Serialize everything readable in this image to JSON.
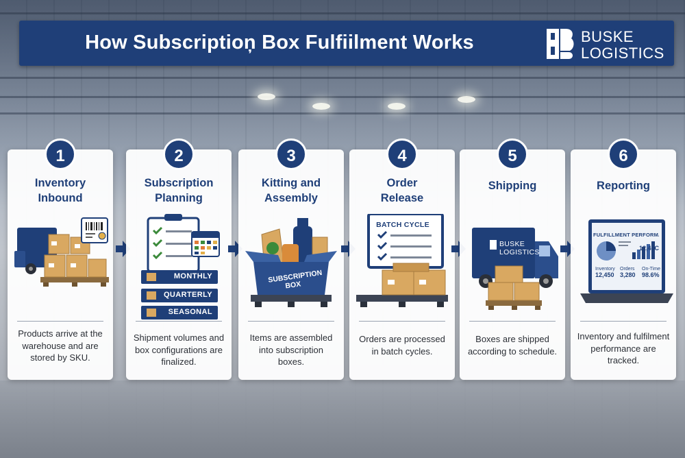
{
  "header": {
    "title": "How Subscriptioņ Box Fulfiilment Works",
    "logo_line1": "BUSKE",
    "logo_line2": "LOGISTICS"
  },
  "colors": {
    "brand_navy": "#1f3f78",
    "box_tan": "#d9a861",
    "check_green": "#3b8a3a",
    "card_bg": "#ffffff"
  },
  "steps": [
    {
      "number": "1",
      "title_line1": "Inventory",
      "title_line2": "Inbound",
      "desc_line1": "Products arrive at the",
      "desc_line2": "warehouse and are",
      "desc_line3": "stored by SKU.",
      "icon": "delivery-truck-with-boxes"
    },
    {
      "number": "2",
      "title_line1": "Subscription",
      "title_line2": "Planning",
      "desc_line1": "Shipment volumes and",
      "desc_line2": "box configurations are",
      "desc_line3": "finalized.",
      "icon": "clipboard-calendar",
      "plans": [
        "MONTHLY",
        "QUARTERLY",
        "SEASONAL"
      ]
    },
    {
      "number": "3",
      "title_line1": "Kitting and",
      "title_line2": "Assembly",
      "desc_line1": "Items are assembled",
      "desc_line2": "into subscription",
      "desc_line3": "boxes.",
      "icon": "subscription-box",
      "box_label_line1": "SUBSCRIPTION",
      "box_label_line2": "BOX"
    },
    {
      "number": "4",
      "title_line1": "Order",
      "title_line2": "Release",
      "desc_line1": "Orders are processed",
      "desc_line2": "in batch cycles.",
      "desc_line3": "",
      "icon": "batch-cycle-board",
      "board_label": "BATCH CYCLE"
    },
    {
      "number": "5",
      "title_line1": "Shipping",
      "title_line2": "",
      "desc_line1": "Boxes are shipped",
      "desc_line2": "according to schedule.",
      "desc_line3": "",
      "icon": "shipping-truck",
      "truck_line1": "BUSKE",
      "truck_line2": "LOGISTICS"
    },
    {
      "number": "6",
      "title_line1": "Reporting",
      "title_line2": "",
      "desc_line1": "Inventory and fulfilment",
      "desc_line2": "performance are",
      "desc_line3": "tracked.",
      "icon": "laptop-dashboard",
      "dash_title": "FULFILLMENT PERFORMANCE",
      "dash_kpi_top": "12,45C",
      "dash_label_1": "Inventory",
      "dash_label_2": "Orders",
      "dash_label_3": "On-Time",
      "dash_value_1": "12,450",
      "dash_value_2": "3,280",
      "dash_value_3": "98.6%"
    }
  ]
}
